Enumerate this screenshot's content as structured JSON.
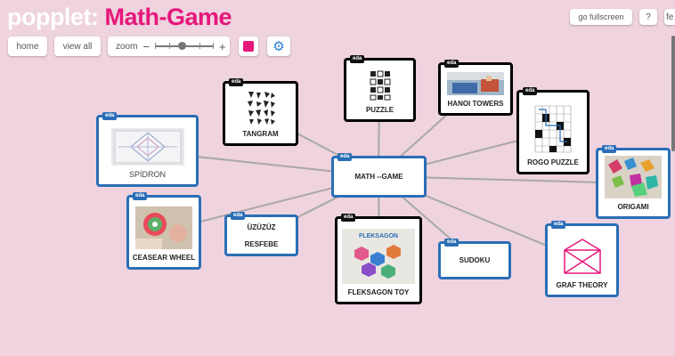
{
  "app": {
    "brand": "popplet:",
    "title": "Math-Game"
  },
  "toolbar": {
    "home": "home",
    "view_all": "view all",
    "zoom": "zoom",
    "zoom_minus": "−",
    "zoom_plus": "+",
    "fullscreen": "go fullscreen",
    "help": "?",
    "cut_off": "fe"
  },
  "colors": {
    "background": "#efd3df",
    "accent": "#e5177b",
    "node_blue": "#2a6eb6",
    "node_black": "#000000",
    "link": "#a8a8a8"
  },
  "nodes": {
    "center": {
      "label": "MATH --GAME",
      "tag": "eda"
    },
    "spidron": {
      "label": "SPİDRON",
      "tag": "eda"
    },
    "tangram": {
      "label": "TANGRAM",
      "tag": "eda"
    },
    "puzzle": {
      "label": "PUZZLE",
      "tag": "eda"
    },
    "hanoi": {
      "label": "HANOI TOWERS",
      "tag": "eda"
    },
    "rogo": {
      "label": "ROGO PUZZLE",
      "tag": "eda"
    },
    "origami": {
      "label": "ORIGAMI",
      "tag": "eda"
    },
    "graf": {
      "label": "GRAF THEORY",
      "tag": "eda"
    },
    "sudoku": {
      "label": "SUDOKU",
      "tag": "eda"
    },
    "fleksagon": {
      "label": "FLEKSAGON TOY",
      "tag": "eda",
      "image_caption": "FLEKSAGON"
    },
    "uzuzuz": {
      "label1": "ÜZÜZÜZ",
      "label2": "RESFEBE",
      "tag": "eda"
    },
    "ceasear": {
      "label": "CEASEAR WHEEL",
      "tag": "eda"
    }
  }
}
